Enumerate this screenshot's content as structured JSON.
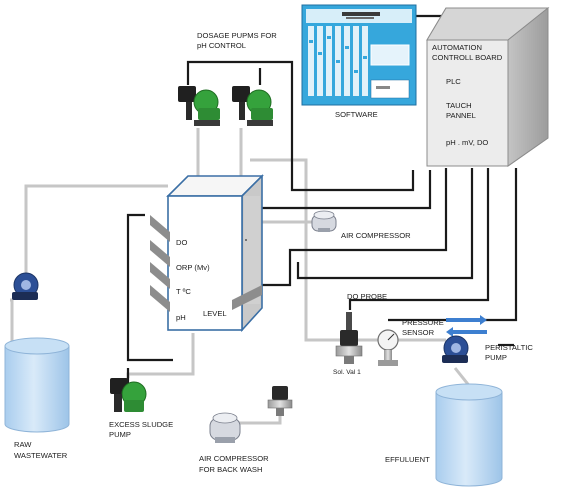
{
  "labels": {
    "dosage_pumps_line1": "DOSAGE PUPMS FOR",
    "dosage_pumps_line2": "pH CONTROL",
    "software": "SOFTWARE",
    "board_title_line1": "AUTOMATION",
    "board_title_line2": "CONTROLL BOARD",
    "board_plc": "PLC",
    "board_panel_line1": "TAUCH",
    "board_panel_line2": "PANNEL",
    "board_signals": "pH . mV, DO",
    "air_compressor": "AIR COMPRESSOR",
    "probe_do": "DO",
    "probe_orp": "ORP (Mv)",
    "probe_temp": "T ºC",
    "probe_ph": "pH",
    "level": "LEVEL",
    "do_probe": "DO PROBE",
    "pressure_sensor_line1": "PRESSURE",
    "pressure_sensor_line2": "SENSOR",
    "solenoid_valve": "Sol. Val 1",
    "peristaltic_pump_line1": "PERISTALTIC",
    "peristaltic_pump_line2": "PUMP",
    "excess_sludge_line1": "EXCESS SLUDGE",
    "excess_sludge_line2": "PUMP",
    "raw_wastewater_line1": "RAW",
    "raw_wastewater_line2": "WASTEWATER",
    "air_compressor_backwash_line1": "AIR COMPRESSOR",
    "air_compressor_backwash_line2": "FOR BACK WASH",
    "effluent": "EFFULUENT"
  },
  "colors": {
    "cable": "#1a1a1a",
    "tubing": "#c6c6c6",
    "tank_outline": "#3b6fa5",
    "water": "#bcd8f1",
    "software_screen": "#36a7dc",
    "board_face": "#ececec",
    "pump_green": "#35a23c",
    "pump_black": "#202020",
    "peristaltic_blue": "#2c4f96",
    "flow_arrow": "#3d7fd0"
  },
  "icons": [
    "dosing-pump-icon",
    "peristaltic-pump-icon",
    "air-compressor-icon",
    "solenoid-valve-icon",
    "pressure-gauge-icon",
    "flow-arrows-icon"
  ]
}
